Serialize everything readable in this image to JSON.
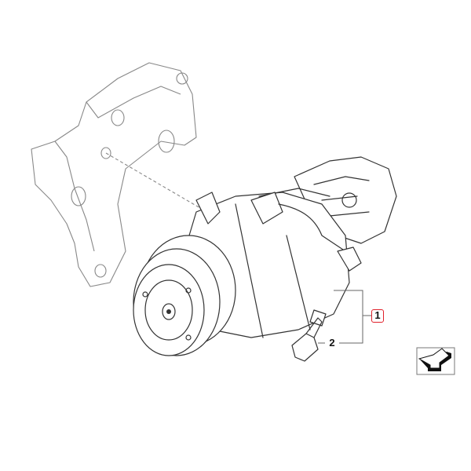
{
  "diagram": {
    "callouts": [
      {
        "id": "1",
        "label": "1",
        "highlighted": true,
        "highlight_color": "#e0202a"
      },
      {
        "id": "2",
        "label": "2",
        "highlighted": false
      }
    ],
    "icons": [
      "compressor-illustration",
      "mounting-bracket-illustration",
      "navigate-back-arrow-icon"
    ]
  }
}
